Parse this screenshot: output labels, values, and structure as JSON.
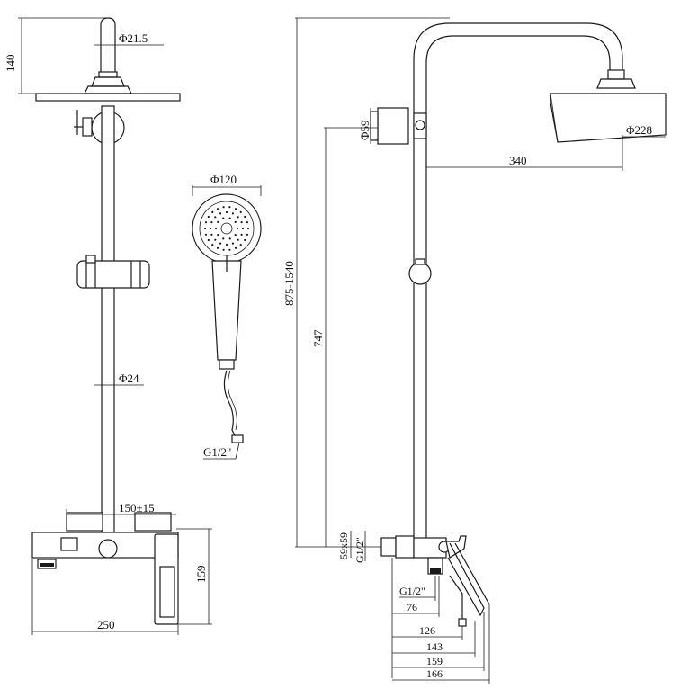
{
  "dimensions": {
    "left": {
      "head_height": "140",
      "arm_diameter": "Φ21.5",
      "rod_diameter": "Φ24",
      "inlet_spacing": "150±15",
      "mixer_height": "159",
      "mixer_width": "250"
    },
    "handshower": {
      "diameter": "Φ120",
      "thread": "G1/2\""
    },
    "right": {
      "total_height": "875-1540",
      "outlet_height": "747",
      "holder_diameter": "Φ59",
      "arm_reach": "340",
      "head_diameter": "Φ228",
      "mixer_body": "59x59",
      "thread_top": "G1/2\"",
      "thread_bottom": "G1/2\"",
      "depth_76": "76",
      "depth_126": "126",
      "depth_143": "143",
      "depth_159": "159",
      "depth_166": "166"
    }
  }
}
